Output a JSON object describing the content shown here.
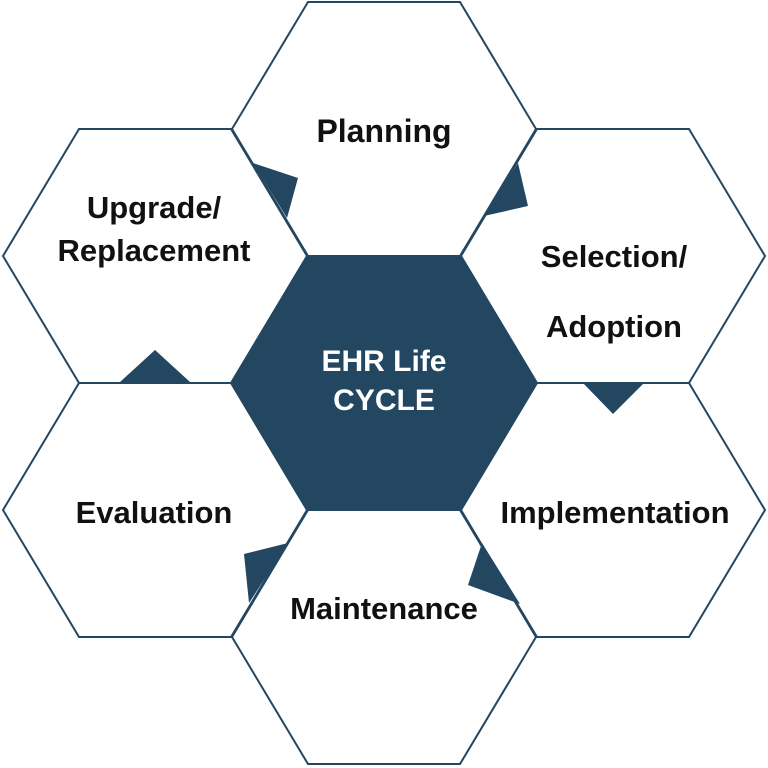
{
  "center": {
    "line1": "EHR Life",
    "line2": "CYCLE"
  },
  "stages": {
    "planning": "Planning",
    "selection_line1": "Selection/",
    "selection_line2": "Adoption",
    "implementation": "Implementation",
    "maintenance": "Maintenance",
    "evaluation": "Evaluation",
    "upgrade_line1": "Upgrade/",
    "upgrade_line2": "Replacement"
  },
  "colors": {
    "accent": "#244761",
    "outline": "#244761",
    "fill": "#ffffff",
    "text": "#111111",
    "center_text": "#ffffff"
  }
}
